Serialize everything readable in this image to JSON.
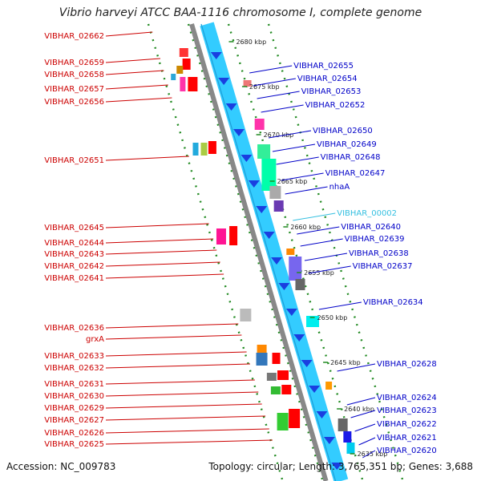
{
  "title": "Vibrio harveyi ATCC BAA-1116 chromosome I, complete genome",
  "footer": {
    "accession": "Accession: NC_009783",
    "summary": "Topology: circular; Length: 3,765,351 bp; Genes: 3,688"
  },
  "colors": {
    "reverse_strand_label": "#cc0000",
    "forward_strand_label": "#0000c8",
    "rna_label": "#33bfe0",
    "backbone": "#888888",
    "axis": "#33ccff",
    "track_dots": "#228b22"
  },
  "kbp_ticks": [
    "2680 kbp",
    "2675 kbp",
    "2670 kbp",
    "2665 kbp",
    "2660 kbp",
    "2655 kbp",
    "2650 kbp",
    "2645 kbp",
    "2640 kbp",
    "2635 kbp"
  ],
  "left_labels": [
    "VIBHAR_02662",
    "VIBHAR_02659",
    "VIBHAR_02658",
    "VIBHAR_02657",
    "VIBHAR_02656",
    "VIBHAR_02651",
    "VIBHAR_02645",
    "VIBHAR_02644",
    "VIBHAR_02643",
    "VIBHAR_02642",
    "VIBHAR_02641",
    "VIBHAR_02636",
    "grxA",
    "VIBHAR_02633",
    "VIBHAR_02632",
    "VIBHAR_02631",
    "VIBHAR_02630",
    "VIBHAR_02629",
    "VIBHAR_02627",
    "VIBHAR_02626",
    "VIBHAR_02625"
  ],
  "right_labels": [
    "VIBHAR_02655",
    "VIBHAR_02654",
    "VIBHAR_02653",
    "VIBHAR_02652",
    "VIBHAR_02650",
    "VIBHAR_02649",
    "VIBHAR_02648",
    "VIBHAR_02647",
    "nhaA",
    "VIBHAR_00002",
    "VIBHAR_02640",
    "VIBHAR_02639",
    "VIBHAR_02638",
    "VIBHAR_02637",
    "VIBHAR_02634",
    "VIBHAR_02628",
    "VIBHAR_02624",
    "VIBHAR_02623",
    "VIBHAR_02622",
    "VIBHAR_02621",
    "VIBHAR_02620"
  ]
}
